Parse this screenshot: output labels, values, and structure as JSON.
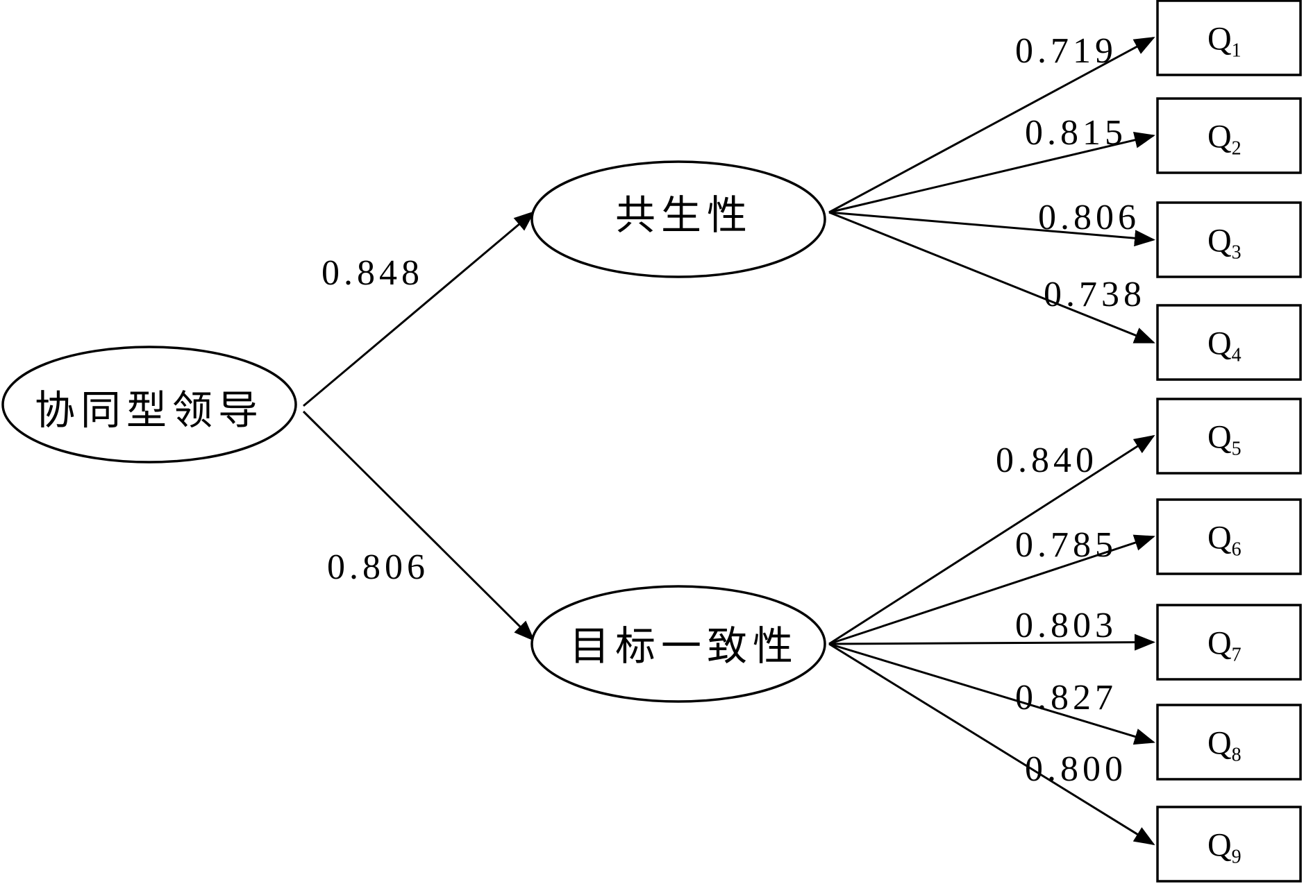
{
  "latents": {
    "root": {
      "label": "协同型领导"
    },
    "factor1": {
      "label": "共生性"
    },
    "factor2": {
      "label": "目标一致性"
    }
  },
  "paths": {
    "root_to_factor1": "0.848",
    "root_to_factor2": "0.806"
  },
  "items": [
    {
      "letter": "Q",
      "sub": "1",
      "loading": "0.719"
    },
    {
      "letter": "Q",
      "sub": "2",
      "loading": "0.815"
    },
    {
      "letter": "Q",
      "sub": "3",
      "loading": "0.806"
    },
    {
      "letter": "Q",
      "sub": "4",
      "loading": "0.738"
    },
    {
      "letter": "Q",
      "sub": "5",
      "loading": "0.840"
    },
    {
      "letter": "Q",
      "sub": "6",
      "loading": "0.785"
    },
    {
      "letter": "Q",
      "sub": "7",
      "loading": "0.803"
    },
    {
      "letter": "Q",
      "sub": "8",
      "loading": "0.827"
    },
    {
      "letter": "Q",
      "sub": "9",
      "loading": "0.800"
    }
  ]
}
